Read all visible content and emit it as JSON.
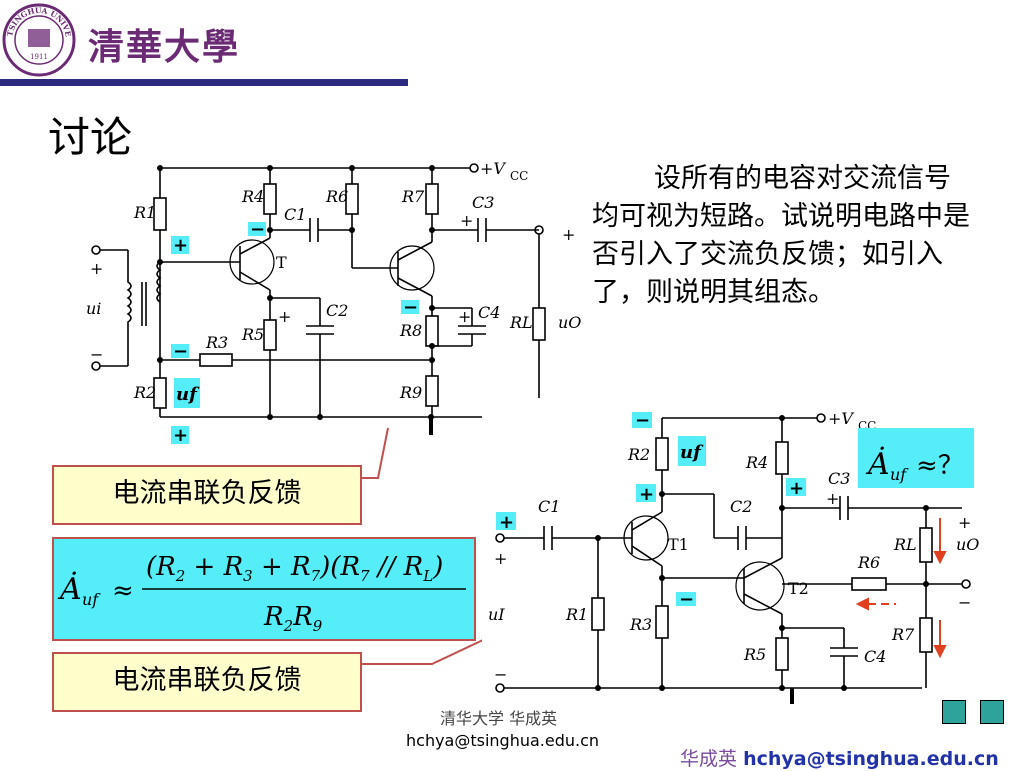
{
  "header": {
    "logo_text_top": "TSINGHUA UNIVERSITY",
    "logo_year": "1911",
    "brand": "清華大學"
  },
  "slide": {
    "title": "讨论",
    "question": "设所有的电容对交流信号均可视为短路。试说明电路中是否引入了交流负反馈；如引入了，则说明其组态。",
    "answer1": "电流串联负反馈",
    "answer2": "电流串联负反馈",
    "question2": "≈？"
  },
  "circuit1": {
    "vcc": "+V",
    "vcc_sub": "CC",
    "labels": [
      "R1",
      "R2",
      "R3",
      "R4",
      "R5",
      "R6",
      "R7",
      "R8",
      "R9",
      "RL",
      "C1",
      "C2",
      "C3",
      "C4",
      "T",
      "ui",
      "uO",
      "uf"
    ],
    "plus": "+",
    "minus": "−"
  },
  "circuit2": {
    "vcc": "+V",
    "vcc_sub": "CC",
    "labels": [
      "R1",
      "R2",
      "R3",
      "R4",
      "R5",
      "R6",
      "R7",
      "RL",
      "C1",
      "C2",
      "C3",
      "C4",
      "T1",
      "T2",
      "uI",
      "uO",
      "uf"
    ]
  },
  "footer": {
    "line1": "清华大学 华成英",
    "line2": "hchya@tsinghua.edu.cn",
    "name": "华成英",
    "email": "hchya@tsinghua.edu.cn"
  },
  "colors": {
    "brand": "#6b2a74",
    "bar": "#2c2a7e",
    "answer_bg": "#ffffcc",
    "formula_bg": "#55eef8",
    "box_border": "#c0504d",
    "polarity_bg": "#55eef8",
    "arrow": "#e0401f"
  }
}
